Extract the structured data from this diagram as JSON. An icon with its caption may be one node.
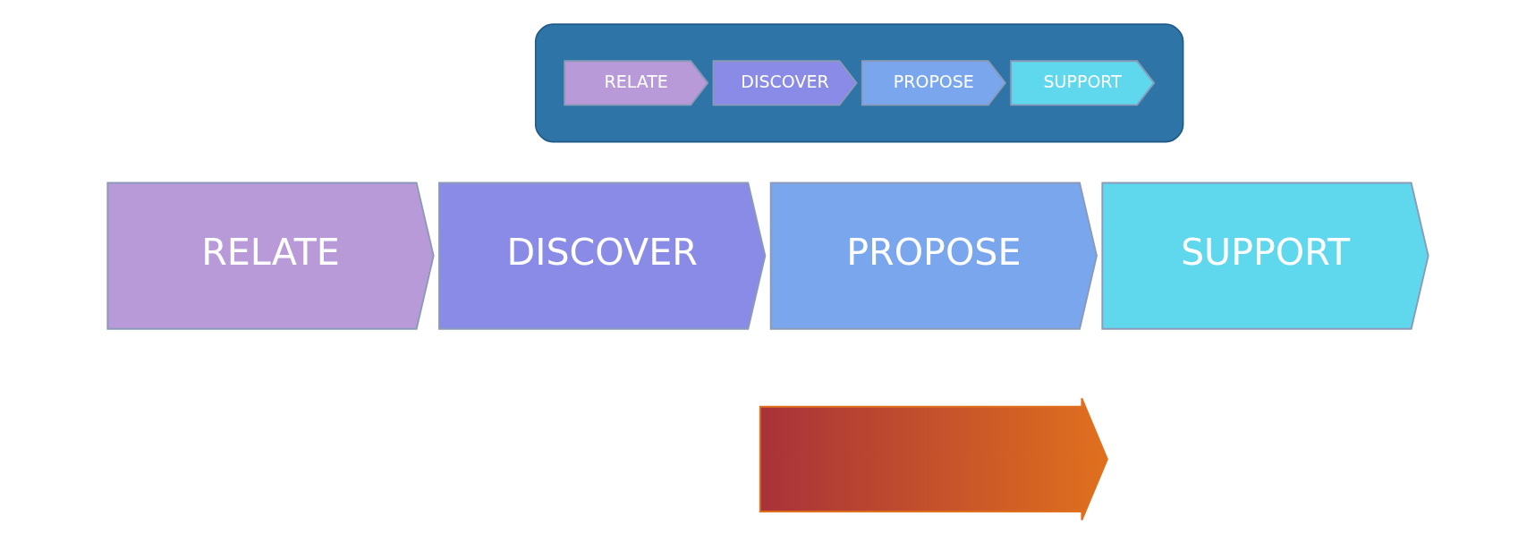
{
  "diagram": {
    "nodes": [
      {
        "text": [],
        "shape": "ellipse"
      },
      {
        "text": [
          "RELATE"
        ],
        "in": 0
      },
      {
        "text": [
          "DISCOVER"
        ],
        "in": 0
      },
      {
        "text": [
          "PROPOSE"
        ],
        "in": 0
      },
      {
        "text": [
          "SUPPORT"
        ],
        "in": 0
      },
      {
        "text": [
          "RELATE"
        ]
      },
      {
        "text": [
          "DISCOVER"
        ]
      },
      {
        "text": [
          "PROPOSE"
        ]
      },
      {
        "text": [
          "SUPPORT"
        ]
      },
      {
        "text": [],
        "shape": "arrow"
      }
    ],
    "edges": []
  }
}
